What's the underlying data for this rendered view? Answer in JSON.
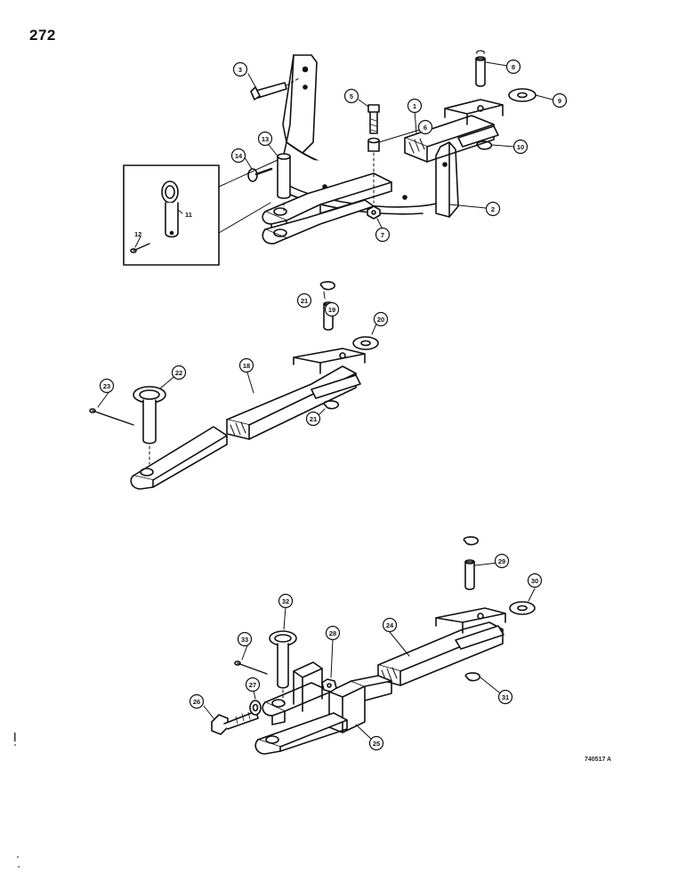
{
  "page_number": "272",
  "drawing_code": "740517 A",
  "callouts": [
    {
      "id": "c1",
      "label": "1"
    },
    {
      "id": "c2",
      "label": "2"
    },
    {
      "id": "c3",
      "label": "3"
    },
    {
      "id": "c5",
      "label": "5"
    },
    {
      "id": "c6",
      "label": "6"
    },
    {
      "id": "c7",
      "label": "7"
    },
    {
      "id": "c8",
      "label": "8"
    },
    {
      "id": "c9",
      "label": "9"
    },
    {
      "id": "c10",
      "label": "10"
    },
    {
      "id": "c11",
      "label": "11"
    },
    {
      "id": "c12",
      "label": "12"
    },
    {
      "id": "c13",
      "label": "13"
    },
    {
      "id": "c14",
      "label": "14"
    },
    {
      "id": "c18",
      "label": "18"
    },
    {
      "id": "c19",
      "label": "19"
    },
    {
      "id": "c20",
      "label": "20"
    },
    {
      "id": "c21a",
      "label": "21"
    },
    {
      "id": "c21b",
      "label": "21"
    },
    {
      "id": "c22",
      "label": "22"
    },
    {
      "id": "c23",
      "label": "23"
    },
    {
      "id": "c24",
      "label": "24"
    },
    {
      "id": "c25",
      "label": "25"
    },
    {
      "id": "c26",
      "label": "26"
    },
    {
      "id": "c27",
      "label": "27"
    },
    {
      "id": "c28",
      "label": "28"
    },
    {
      "id": "c29",
      "label": "29"
    },
    {
      "id": "c30",
      "label": "30"
    },
    {
      "id": "c31",
      "label": "31"
    },
    {
      "id": "c32",
      "label": "32"
    },
    {
      "id": "c33",
      "label": "33"
    }
  ]
}
